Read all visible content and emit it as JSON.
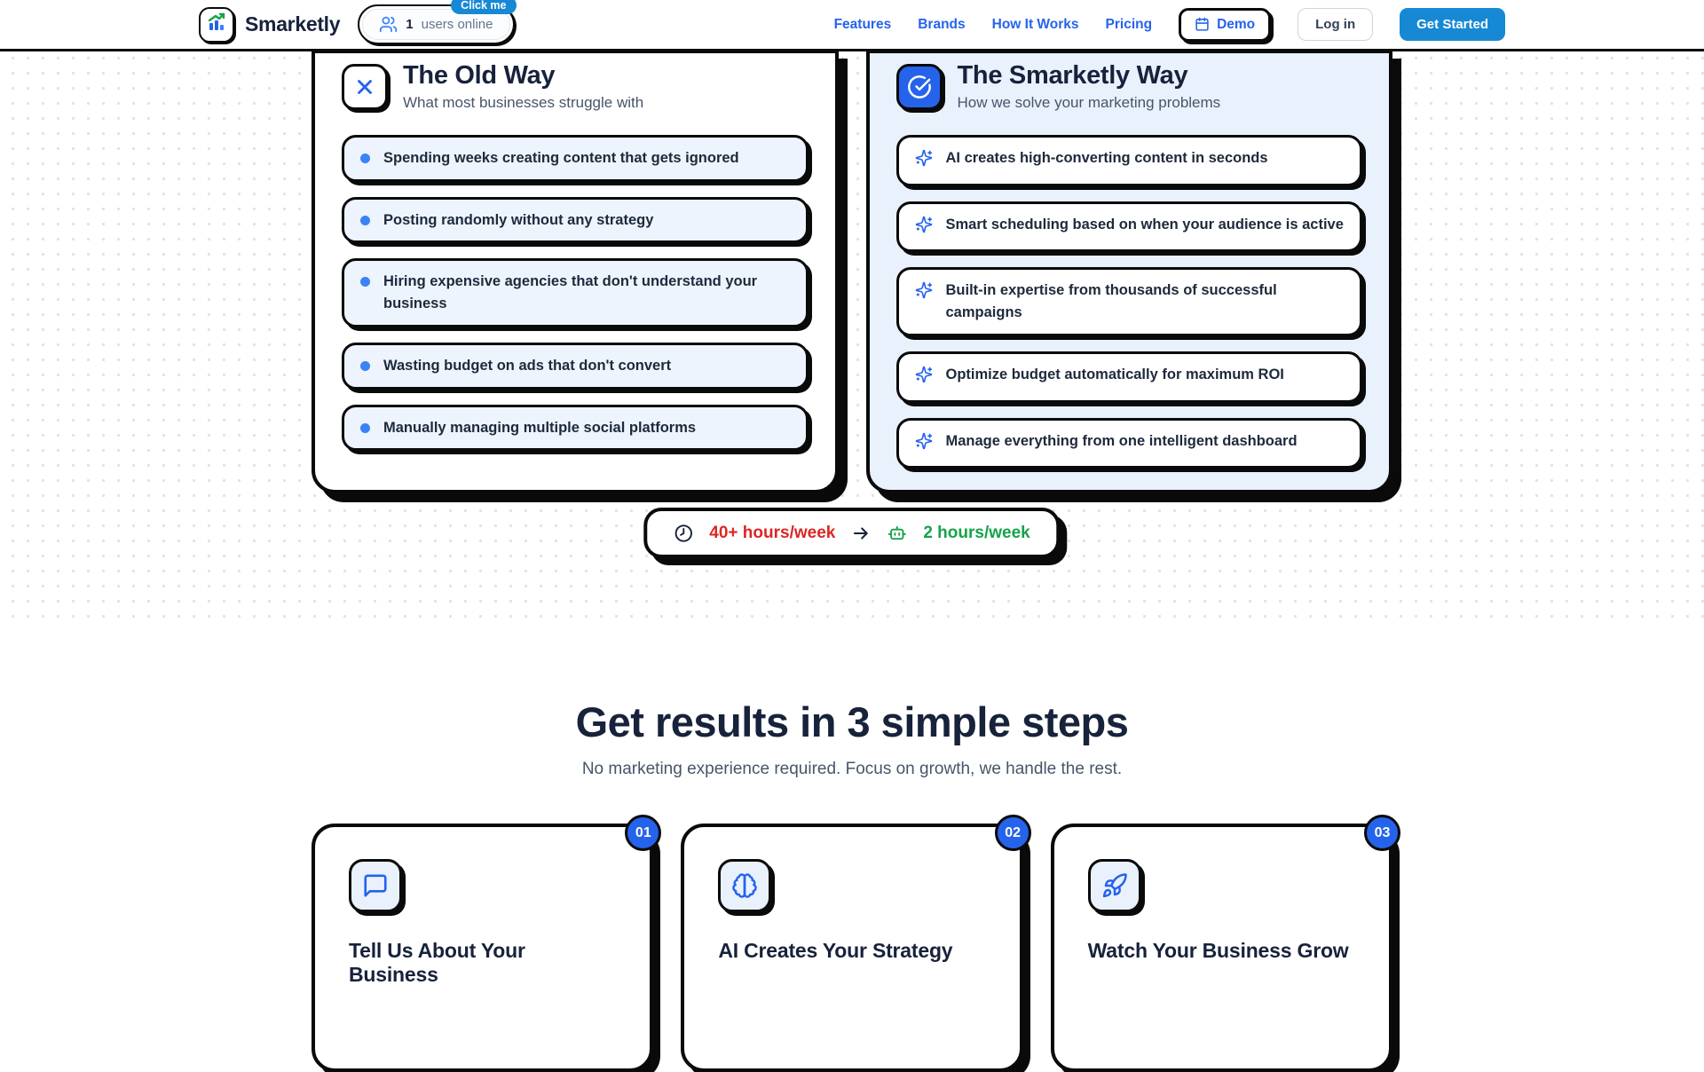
{
  "navbar": {
    "brand": "Smarketly",
    "online": {
      "count": "1",
      "label": "users online",
      "tooltip": "Click me"
    },
    "links": [
      {
        "label": "Features"
      },
      {
        "label": "Brands"
      },
      {
        "label": "How It Works"
      },
      {
        "label": "Pricing"
      }
    ],
    "demo_label": "Demo",
    "login_label": "Log in",
    "get_started_label": "Get Started"
  },
  "comparison": {
    "old_way": {
      "title": "The Old Way",
      "subtitle": "What most businesses struggle with",
      "items": [
        "Spending weeks creating content that gets ignored",
        "Posting randomly without any strategy",
        "Hiring expensive agencies that don't understand your business",
        "Wasting budget on ads that don't convert",
        "Manually managing multiple social platforms"
      ]
    },
    "smart_way": {
      "title": "The Smarketly Way",
      "subtitle": "How we solve your marketing problems",
      "items": [
        "AI creates high-converting content in seconds",
        "Smart scheduling based on when your audience is active",
        "Built-in expertise from thousands of successful campaigns",
        "Optimize budget automatically for maximum ROI",
        "Manage everything from one intelligent dashboard"
      ]
    },
    "time_badge": {
      "before": "40+ hours/week",
      "after": "2 hours/week"
    }
  },
  "steps": {
    "title": "Get results in 3 simple steps",
    "subtitle": "No marketing experience required. Focus on growth, we handle the rest.",
    "cards": [
      {
        "number": "01",
        "title": "Tell Us About Your Business",
        "icon": "message-square-icon"
      },
      {
        "number": "02",
        "title": "AI Creates Your Strategy",
        "icon": "brain-icon"
      },
      {
        "number": "03",
        "title": "Watch Your Business Grow",
        "icon": "rocket-icon"
      }
    ]
  },
  "colors": {
    "accent_blue": "#2563eb",
    "button_blue": "#1789d4",
    "danger_red": "#dc2626",
    "success_green": "#16a34a",
    "ink_black": "#0a0a0a",
    "navy_text": "#17223b",
    "light_blue_bg": "#e9f1fd"
  }
}
